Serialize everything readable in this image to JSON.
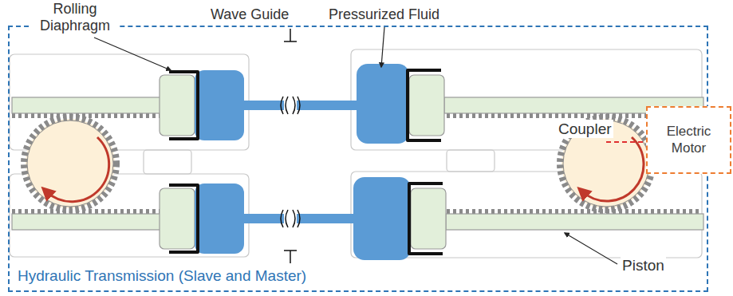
{
  "diagram": {
    "nodes": [
      {
        "text": [
          "Hydraulic Transmission (Slave and Master)"
        ]
      },
      {
        "text": [
          "Electric Motor"
        ]
      }
    ],
    "labels": [
      "Rolling Diaphragm",
      "Wave Guide",
      "Pressurized Fluid",
      "Coupler",
      "Piston"
    ]
  }
}
